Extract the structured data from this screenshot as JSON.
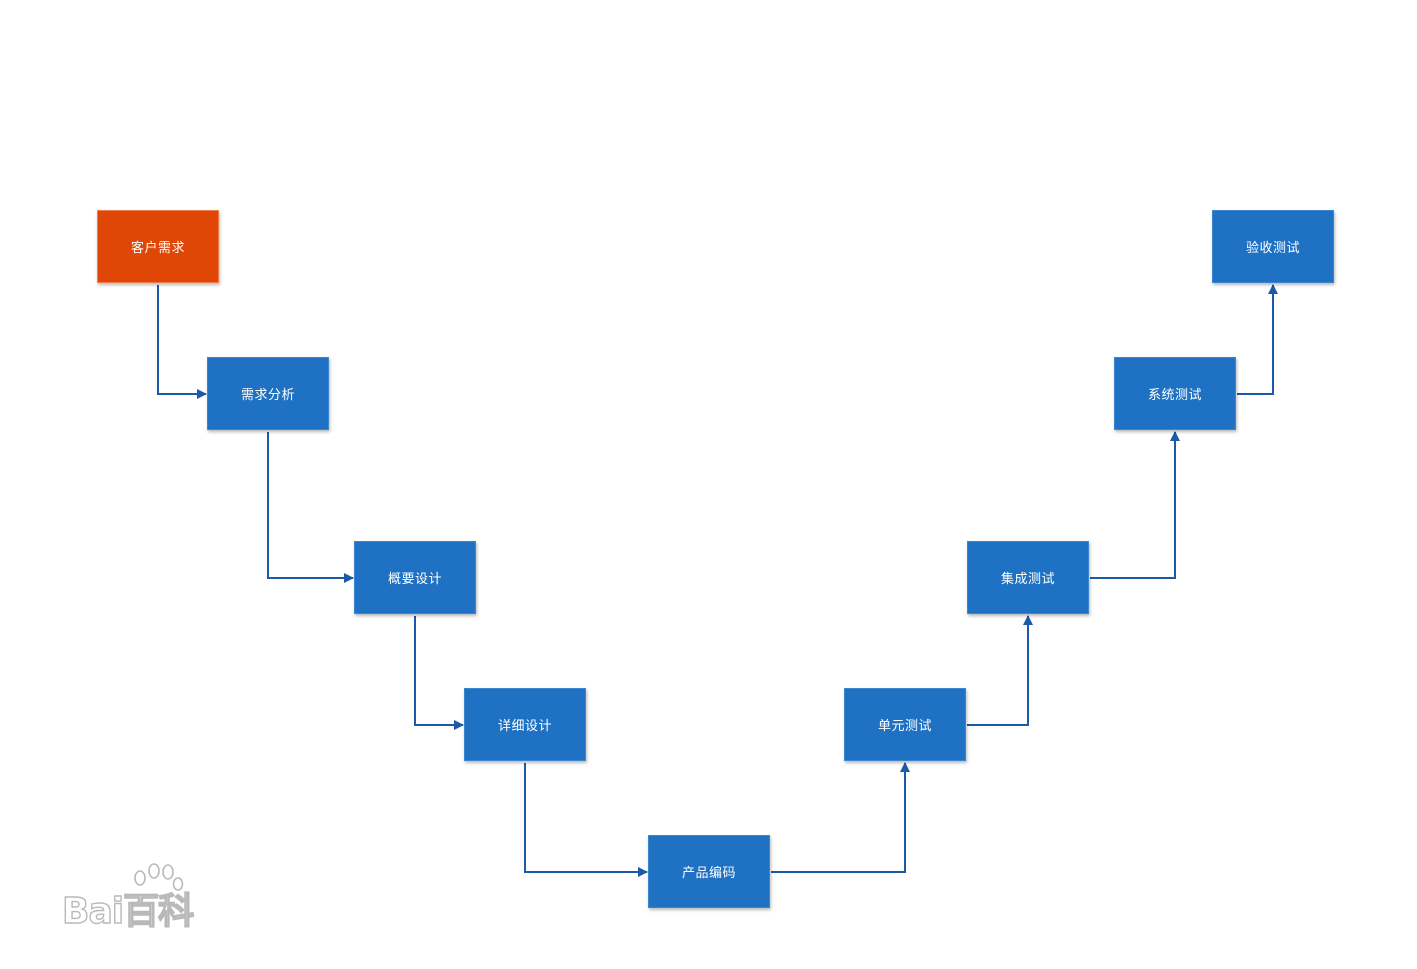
{
  "diagram": {
    "colors": {
      "node_blue": "#1f72c3",
      "node_orange": "#e04606",
      "connector": "#1a5aa6"
    },
    "nodes": {
      "customer_requirements": "客户需求",
      "requirements_analysis": "需求分析",
      "outline_design": "概要设计",
      "detailed_design": "详细设计",
      "coding": "产品编码",
      "unit_test": "单元测试",
      "integration_test": "集成测试",
      "system_test": "系统测试",
      "acceptance_test": "验收测试"
    }
  },
  "watermark": {
    "text": "Bai百科",
    "icon": "baidu-paw-icon"
  }
}
